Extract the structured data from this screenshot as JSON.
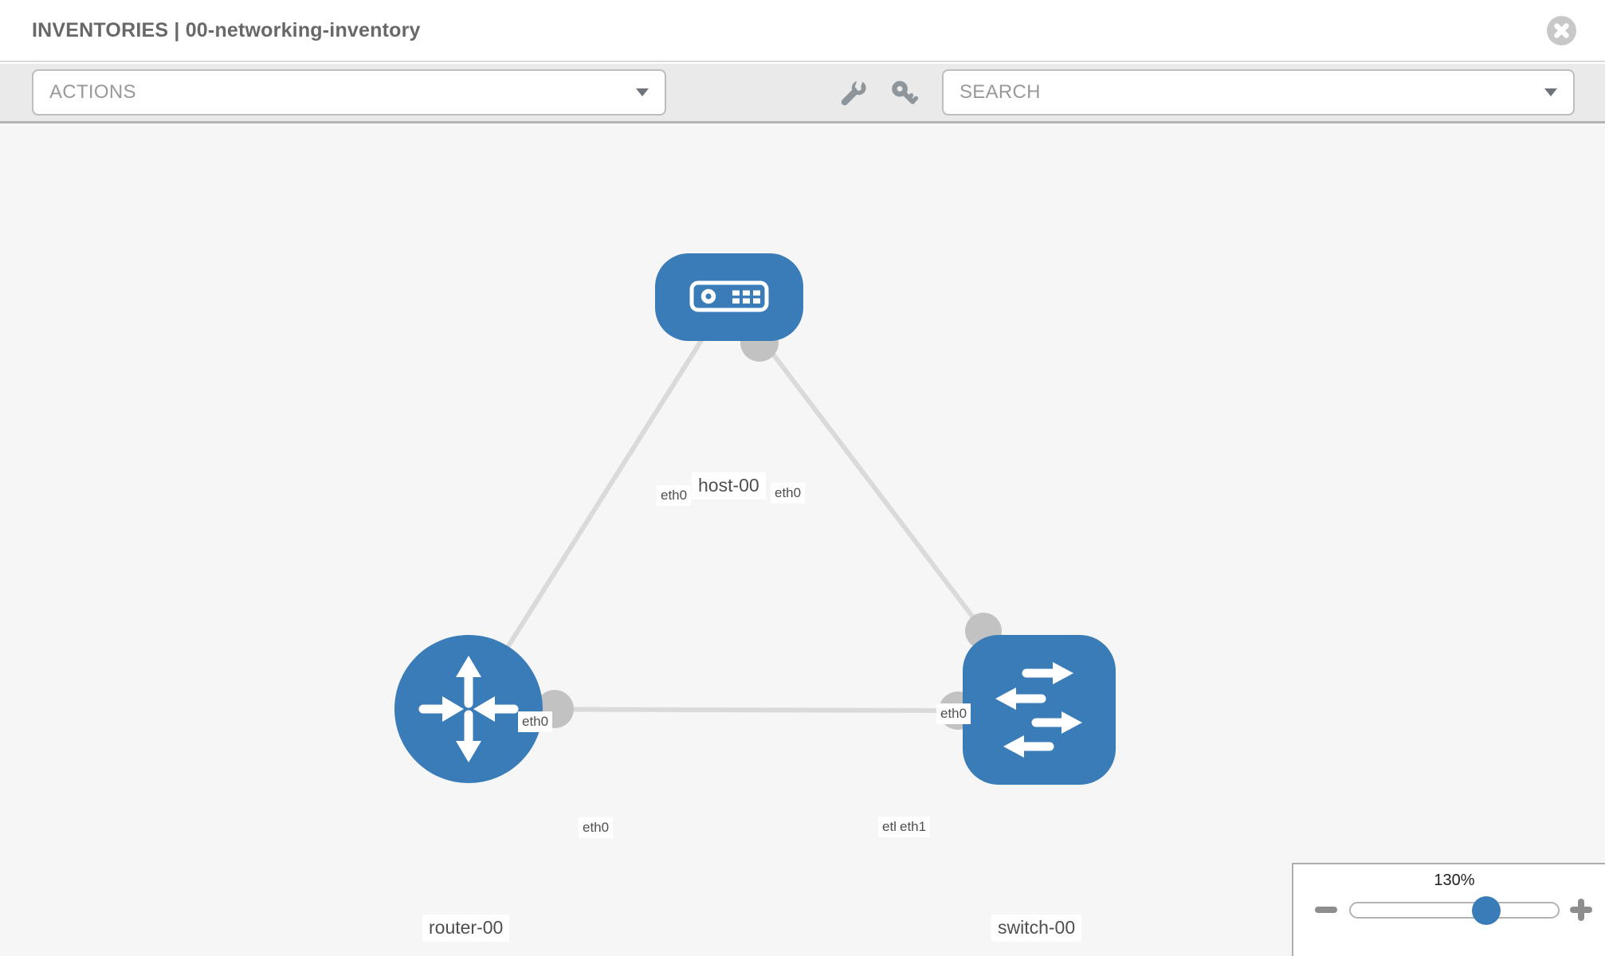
{
  "header": {
    "title": "INVENTORIES | 00-networking-inventory"
  },
  "toolbar": {
    "actions_placeholder": "ACTIONS",
    "search_placeholder": "SEARCH",
    "tool_icons": [
      "wrench-icon",
      "key-icon"
    ]
  },
  "topology": {
    "nodes": [
      {
        "name": "host-00",
        "type": "host",
        "icon": "server-icon"
      },
      {
        "name": "router-00",
        "type": "router",
        "icon": "router-crossed-arrows-icon"
      },
      {
        "name": "switch-00",
        "type": "switch",
        "icon": "switch-arrows-icon"
      }
    ],
    "links": [
      {
        "source": "host-00",
        "target": "router-00",
        "source_interface": "eth0",
        "target_interface": "eth0"
      },
      {
        "source": "host-00",
        "target": "switch-00",
        "source_interface": "eth0",
        "target_interface": "eth0"
      },
      {
        "source": "router-00",
        "target": "switch-00",
        "source_interface": "eth0",
        "target_interface": "eth1"
      }
    ],
    "labels": {
      "host": "host-00",
      "router": "router-00",
      "switch": "switch-00",
      "host_left_iface": "eth0",
      "host_right_iface": "eth0",
      "router_top_iface": "eth0",
      "switch_top_iface": "eth0",
      "router_switch_iface": "eth0",
      "overlap_under_iface": "eth0",
      "overlap_over_iface": "eth1"
    }
  },
  "zoom_control": {
    "level": "130%"
  },
  "colors": {
    "node_blue": "#3a7cb8",
    "link_gray": "#dadada",
    "connector_gray": "#c2c2c2",
    "canvas_bg": "#f6f6f6",
    "toolbar_bg": "#eaeaea",
    "accent_knob": "#3a7cb8"
  }
}
